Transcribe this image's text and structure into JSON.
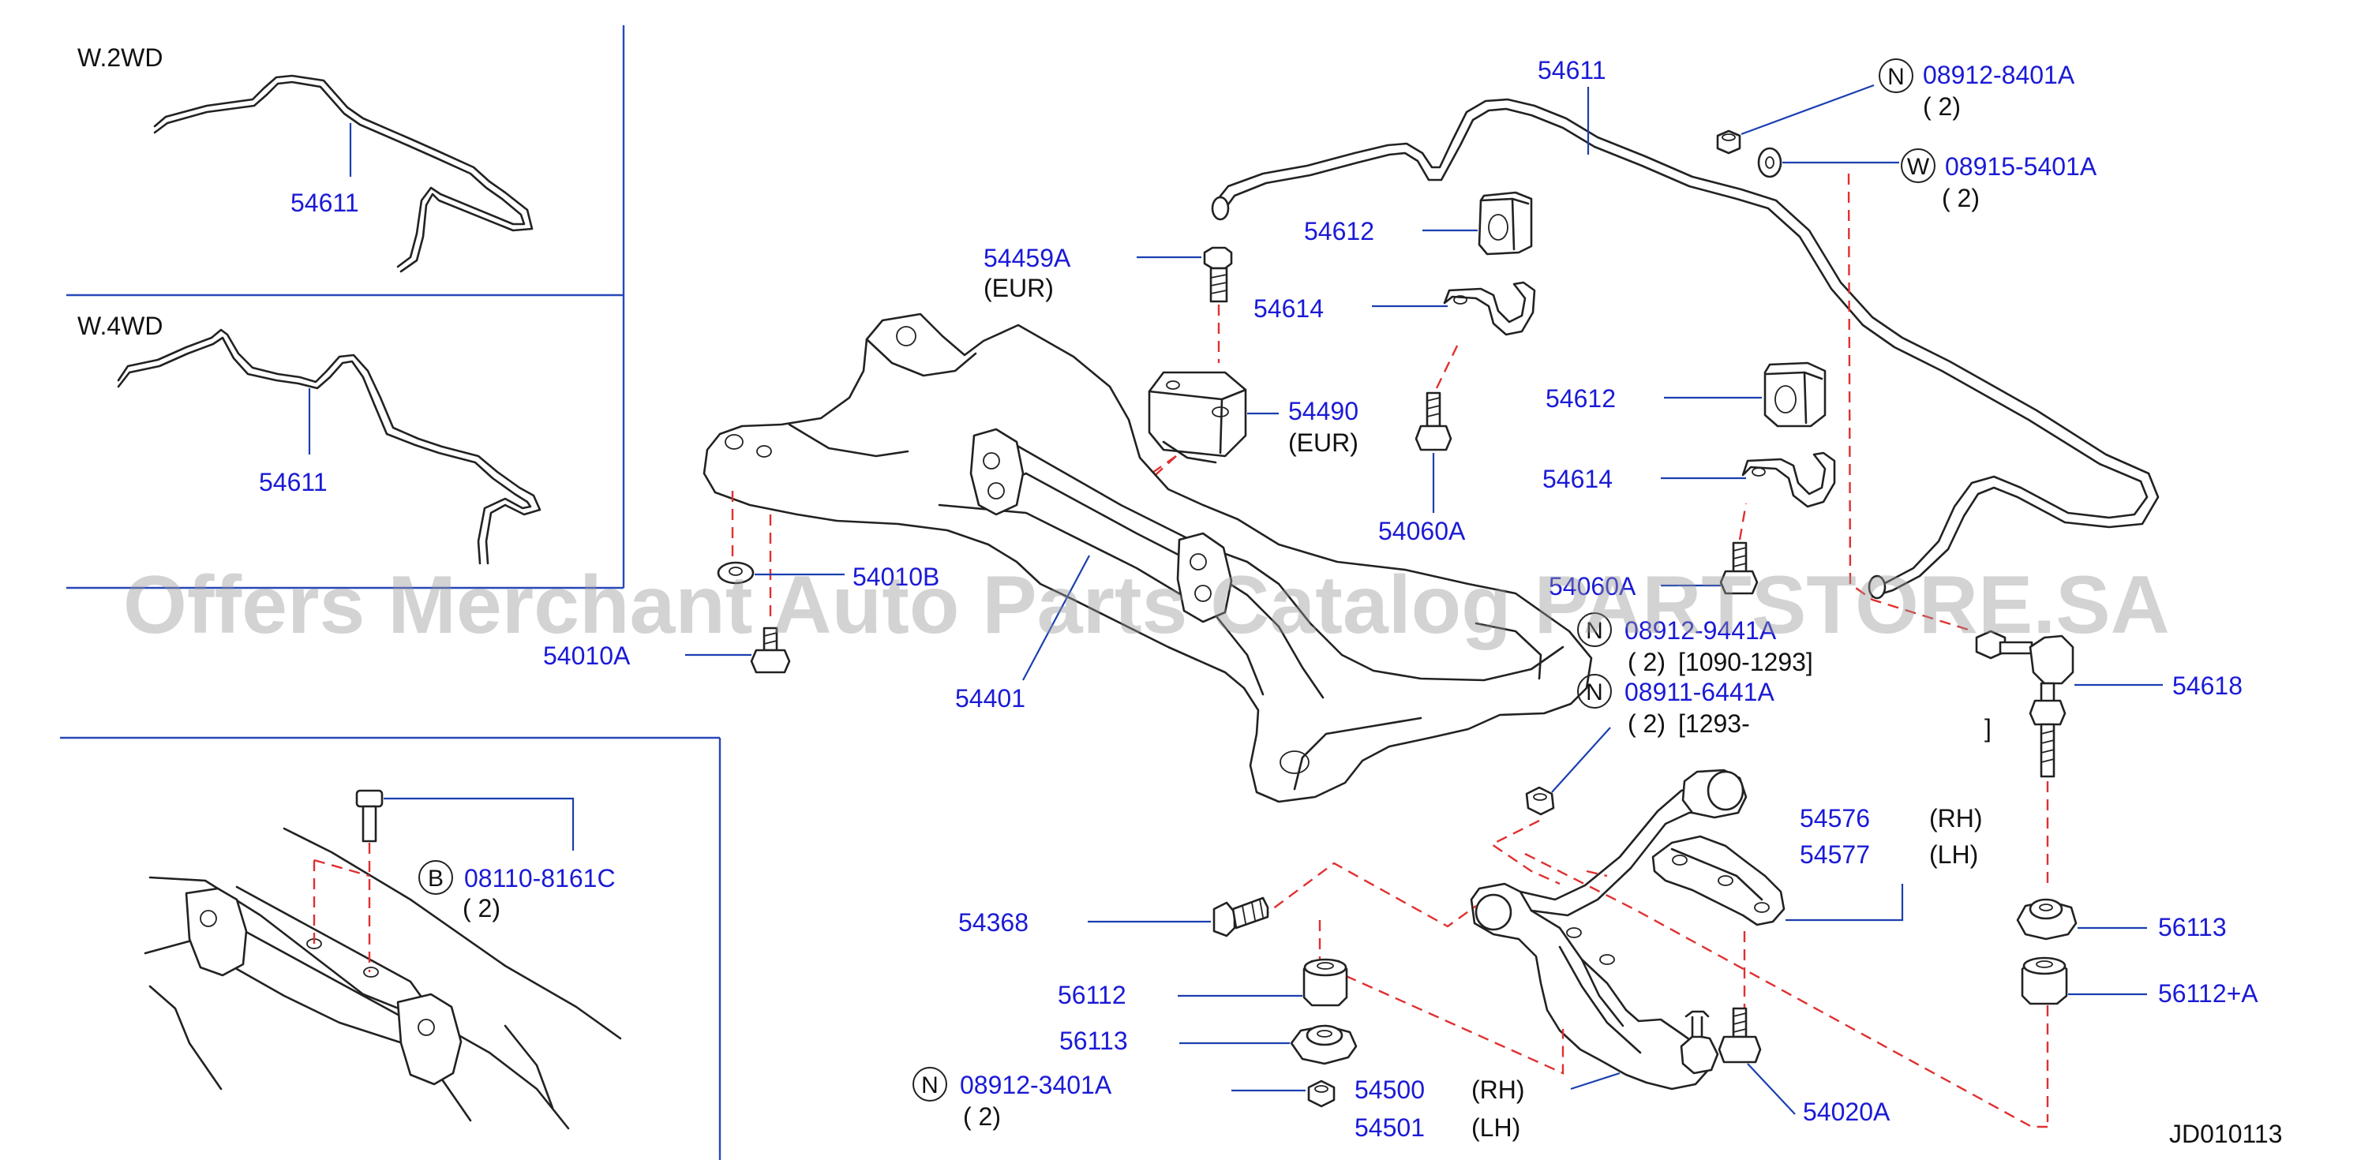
{
  "diagram_code": "JD010113",
  "watermark": "Offers Merchant Auto Parts Catalog PARTSTORE.SA",
  "insets": {
    "two_wd": {
      "title": "W.2WD",
      "part": "54611"
    },
    "four_wd": {
      "title": "W.4WD",
      "part": "54611"
    },
    "bolt_detail": {
      "prefix": "B",
      "part": "08110-8161C",
      "qty": "( 2)"
    }
  },
  "callouts": {
    "p54611": "54611",
    "n08912_8401a": {
      "prefix": "N",
      "part": "08912-8401A",
      "qty": "( 2)"
    },
    "w08915_5401a": {
      "prefix": "W",
      "part": "08915-5401A",
      "qty": "( 2)"
    },
    "p54612_top": "54612",
    "p54614_top": "54614",
    "p54459a": "54459A",
    "p54459a_note": "(EUR)",
    "p54490": "54490",
    "p54490_note": "(EUR)",
    "p54612_mid": "54612",
    "p54060a_top": "54060A",
    "p54614_mid": "54614",
    "p54060a_mid": "54060A",
    "p54010b": "54010B",
    "p54010a": "54010A",
    "p54401": "54401",
    "n08912_9441a": {
      "prefix": "N",
      "part": "08912-9441A",
      "qty": "( 2)",
      "range": "[1090-1293]"
    },
    "n08911_6441a": {
      "prefix": "N",
      "part": "08911-6441A",
      "qty": "( 2)",
      "range": "[1293-",
      "range_end": "]"
    },
    "p54618": "54618",
    "p54576": "54576",
    "p54576_side": "(RH)",
    "p54577": "54577",
    "p54577_side": "(LH)",
    "p54368": "54368",
    "p56112": "56112",
    "p56113_left": "56113",
    "n08912_3401a": {
      "prefix": "N",
      "part": "08912-3401A",
      "qty": "( 2)"
    },
    "p54500": "54500",
    "p54500_side": "(RH)",
    "p54501": "54501",
    "p54501_side": "(LH)",
    "p54020a": "54020A",
    "p56113_right": "56113",
    "p56112a": "56112+A"
  },
  "colors": {
    "label": "#1a1ad6",
    "leader": "#1a3fb0",
    "hidden_line": "#e03030",
    "outline": "#222222"
  }
}
